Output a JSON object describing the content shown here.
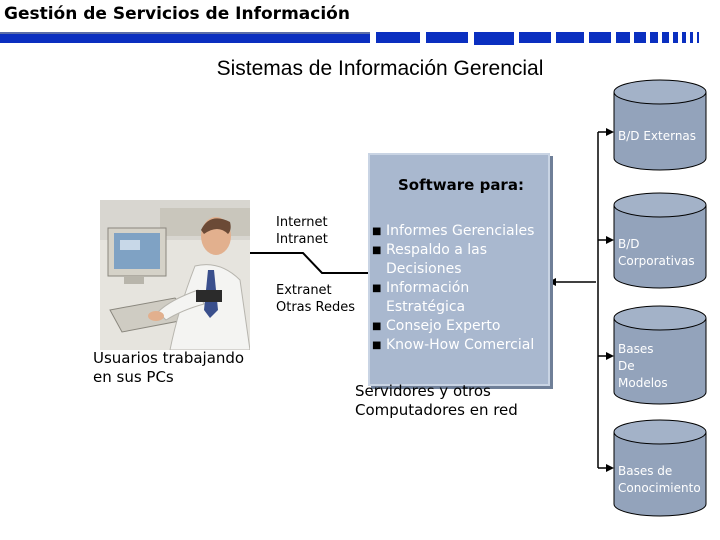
{
  "header": {
    "title": "Gestión de Servicios de Información"
  },
  "slide": {
    "title": "Sistemas de Información Gerencial"
  },
  "users": {
    "label_line1": "Usuarios trabajando",
    "label_line2": "en sus PCs"
  },
  "networks": {
    "upper_line1": "Internet",
    "upper_line2": "Intranet",
    "lower_line1": "Extranet",
    "lower_line2": "Otras Redes"
  },
  "software": {
    "title": "Software para:",
    "items": [
      "Informes Gerenciales",
      "Respaldo a las Decisiones",
      "Información Estratégica",
      "Consejo Experto",
      "Know-How Comercial"
    ]
  },
  "servers": {
    "label_line1": "Servidores y otros",
    "label_line2": "Computadores en red"
  },
  "databases": {
    "externas": "B/D Externas",
    "corporativas_line1": "B/D",
    "corporativas_line2": "Corporativas",
    "modelos_line1": "Bases",
    "modelos_line2": "De",
    "modelos_line3": "Modelos",
    "conocimiento_line1": "Bases de",
    "conocimiento_line2": "Conocimiento"
  },
  "colors": {
    "bar_blue": "#0a2fc0",
    "cylinder_fill": "#93a3bb",
    "software_fill": "#a9b8cf"
  }
}
